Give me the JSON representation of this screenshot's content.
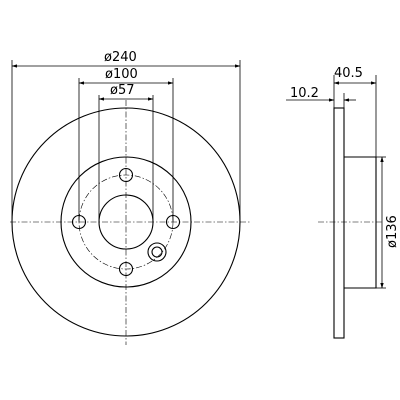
{
  "drawing": {
    "dim_outer_diameter": "ø240",
    "dim_bolt_circle": "ø100",
    "dim_center_bore": "ø57",
    "dim_overall_height": "40.5",
    "dim_disc_thickness": "10.2",
    "dim_hat_diameter": "ø136"
  }
}
